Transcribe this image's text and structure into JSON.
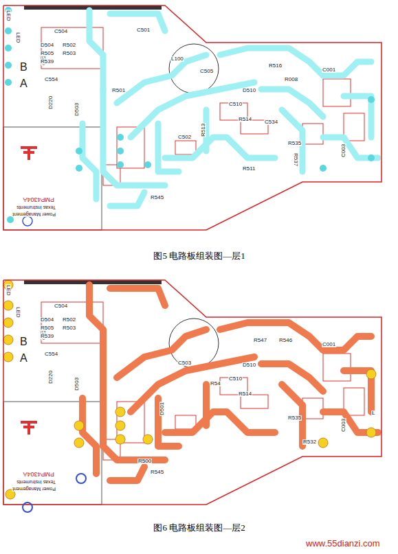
{
  "diagram": {
    "labels": [
      "LED",
      "LED",
      "C504",
      "C222",
      "D504",
      "R505",
      "R502",
      "R539",
      "R503",
      "B",
      "A",
      "C554",
      "D220",
      "D503",
      "PMP4304A",
      "Texas Instruments",
      "Power Management",
      "C501",
      "L100",
      "C505",
      "R516",
      "C001",
      "R008",
      "D510",
      "R514",
      "C534",
      "R513",
      "R501",
      "C510",
      "C502",
      "R535",
      "C003",
      "R537",
      "R545",
      "R511",
      "图5 电路板组装图—层1",
      "LED",
      "LED",
      "C504",
      "C222",
      "D504",
      "R505",
      "R502",
      "R539",
      "R503",
      "B",
      "A",
      "C554",
      "D220",
      "D503",
      "PMP4304A",
      "Texas Instruments",
      "Power Management",
      "R547",
      "R546",
      "C001",
      "R54",
      "D510",
      "R514",
      "C503",
      "C510",
      "R535",
      "C003",
      "R545",
      "R500",
      "D501",
      "R532",
      "L",
      "图6 电路板组装图—层2",
      "www.55dianzi.com"
    ]
  }
}
